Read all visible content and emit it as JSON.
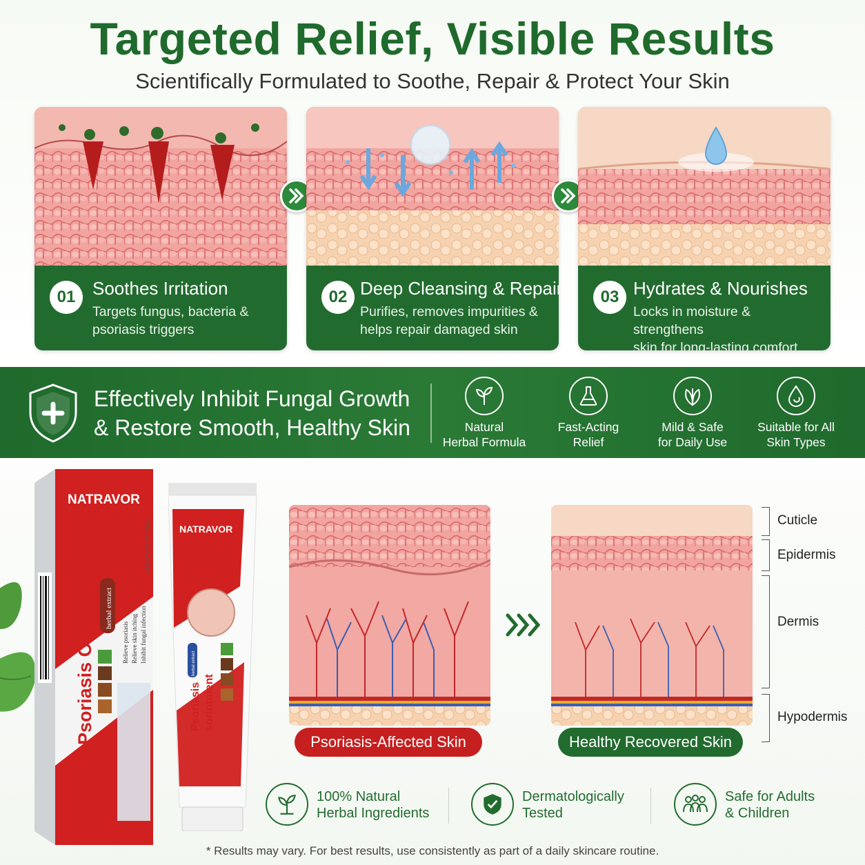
{
  "header": {
    "title": "Targeted Relief, Visible Results",
    "subtitle": "Scientifically Formulated to Soothe, Repair & Protect Your Skin"
  },
  "steps": [
    {
      "num": "01",
      "title": "Soothes Irritation",
      "desc_line1": "Targets fungus, bacteria &",
      "desc_line2": "psoriasis triggers"
    },
    {
      "num": "02",
      "title": "Deep Cleansing & Repair",
      "desc_line1": "Purifies, removes impurities &",
      "desc_line2": "helps repair damaged skin"
    },
    {
      "num": "03",
      "title": "Hydrates & Nourishes",
      "desc_line1": "Locks in moisture & strengthens",
      "desc_line2": "skin for long-lasting comfort"
    }
  ],
  "banner": {
    "line1": "Effectively Inhibit Fungal Growth",
    "line2": "& Restore Smooth, Healthy Skin",
    "features": [
      {
        "l1": "Natural",
        "l2": "Herbal Formula",
        "icon": "sprout-icon"
      },
      {
        "l1": "Fast-Acting",
        "l2": "Relief",
        "icon": "flask-icon"
      },
      {
        "l1": "Mild & Safe",
        "l2": "for Daily Use",
        "icon": "leaf-icon"
      },
      {
        "l1": "Suitable for All",
        "l2": "Skin Types",
        "icon": "drop-icon"
      }
    ]
  },
  "product": {
    "brand": "NATRAVOR",
    "box_name": "Psoriasis Ointment",
    "box_tag": "herbal extract",
    "box_bullets": [
      "Relieve psoriasis",
      "Relieve skin itching",
      "Inhibit fungal infection"
    ],
    "box_weight": "NET WT 0.71 OZ (20G)",
    "tube_name1": "Psoriasis",
    "tube_name2": "sorintment",
    "tube_tag": "herbal extract"
  },
  "comparison": {
    "before": "Psoriasis-Affected Skin",
    "after": "Healthy Recovered Skin",
    "layers": [
      "Cuticle",
      "Epidermis",
      "Dermis",
      "Hypodermis"
    ]
  },
  "badges": [
    {
      "l1": "100% Natural",
      "l2": "Herbal Ingredients",
      "icon": "sprout-icon"
    },
    {
      "l1": "Dermatologically",
      "l2": "Tested",
      "icon": "shield-check-icon"
    },
    {
      "l1": "Safe for Adults",
      "l2": "& Children",
      "icon": "family-icon"
    }
  ],
  "footnote": "* Results may vary. For best results, use consistently as part of a daily skincare routine.",
  "colors": {
    "brand_green": "#226b2f",
    "brand_red": "#d0201f",
    "skin_pink": "#e88a8a"
  }
}
